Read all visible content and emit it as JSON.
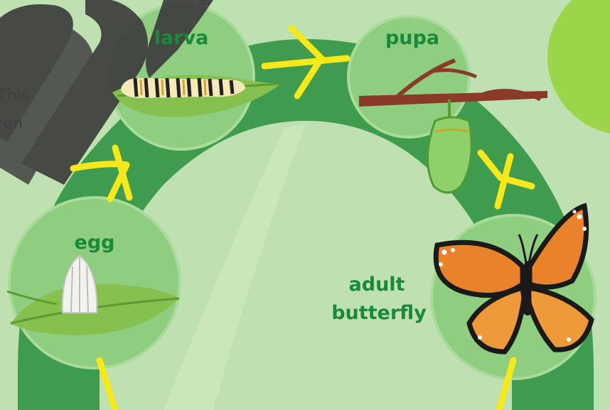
{
  "stages": {
    "egg": "egg",
    "larva": "larva",
    "pupa": "pupa",
    "adult_line1": "adult",
    "adult_line2": "butterfly"
  },
  "background_text": {
    "line1": "s.",
    "line2": "This",
    "line3": "ren"
  },
  "colors": {
    "background": "#bfe0b0",
    "ring": "#3f9b4e",
    "stage_circle": "#8fcd80",
    "label": "#188a3a",
    "arrow": "#f6e81a",
    "accent_circle": "#9dd54a",
    "watermark": "#3d3d3d"
  }
}
